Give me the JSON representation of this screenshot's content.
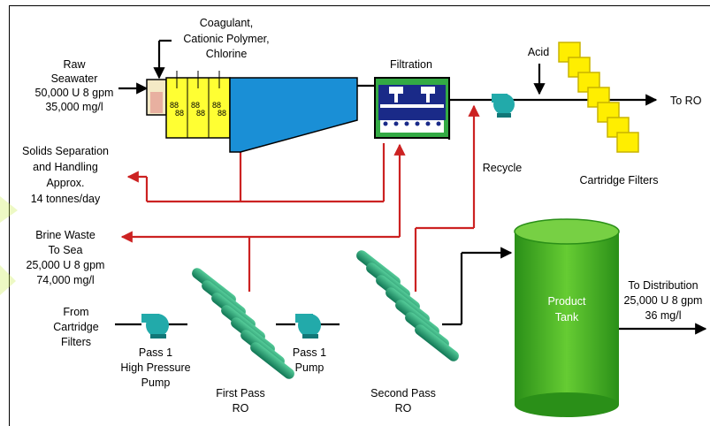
{
  "labels": {
    "raw_1": "Raw",
    "raw_2": "Seawater",
    "raw_3": "50,000 U 8 gpm",
    "raw_4": "35,000 mg/l",
    "coag_1": "Coagulant,",
    "coag_2": "Cationic Polymer,",
    "coag_3": "Chlorine",
    "filtration": "Filtration",
    "acid": "Acid",
    "to_ro": "To RO",
    "solids_1": "Solids Separation",
    "solids_2": "and Handling",
    "solids_3": "Approx.",
    "solids_4": "14 tonnes/day",
    "recycle": "Recycle",
    "cartridge": "Cartridge Filters",
    "brine_1": "Brine Waste",
    "brine_2": "To Sea",
    "brine_3": "25,000 U 8 gpm",
    "brine_4": "74,000 mg/l",
    "from_1": "From",
    "from_2": "Cartridge",
    "from_3": "Filters",
    "hp_1": "Pass 1",
    "hp_2": "High Pressure",
    "hp_3": "Pump",
    "p1_1": "Pass 1",
    "p1_2": "Pump",
    "first_1": "First Pass",
    "first_2": "RO",
    "second_1": "Second Pass",
    "second_2": "RO",
    "tank_1": "Product",
    "tank_2": "Tank",
    "dist_1": "To Distribution",
    "dist_2": "25,000 U 8 gpm",
    "dist_3": "36 mg/l"
  },
  "colors": {
    "pipe": "#000000",
    "waste": "#cc2222",
    "basin": "#1a8fd6",
    "mixer": "#ffff33",
    "filter_box": "#33aa44",
    "pump": "#22aaaa",
    "ro": "#1a9966",
    "cartridge": "#ffee00",
    "tank": "#44bb22",
    "watermark": "#ccee55"
  }
}
